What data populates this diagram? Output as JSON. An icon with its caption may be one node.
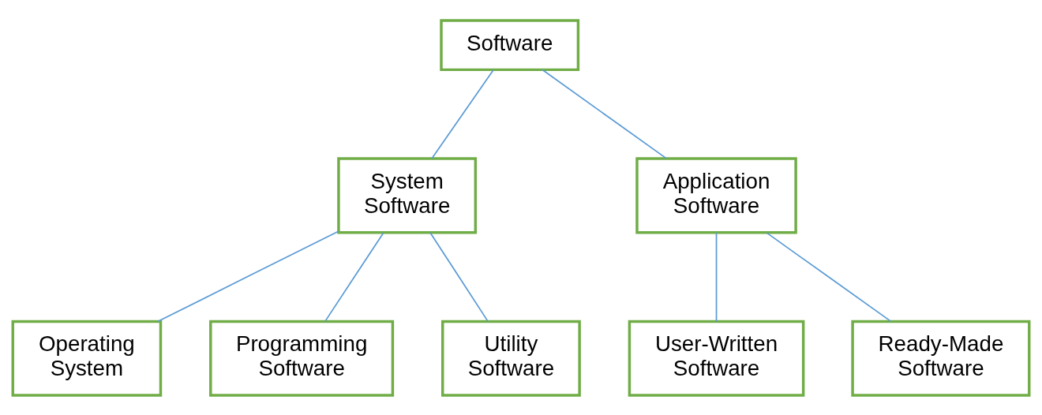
{
  "diagram": {
    "nodes": [
      {
        "text": [
          "Software"
        ]
      },
      {
        "text": [
          "System Software"
        ]
      },
      {
        "text": [
          "Application Software"
        ]
      },
      {
        "text": [
          "Operating System"
        ]
      },
      {
        "text": [
          "Programming Software"
        ]
      },
      {
        "text": [
          "Utility Software"
        ]
      },
      {
        "text": [
          "User-Written Software"
        ]
      },
      {
        "text": [
          "Ready-Made Software"
        ]
      }
    ],
    "edges": [
      {
        "from": 0,
        "to": 1,
        "arrow": "none"
      },
      {
        "from": 0,
        "to": 2,
        "arrow": "none"
      },
      {
        "from": 1,
        "to": 3,
        "arrow": "none"
      },
      {
        "from": 1,
        "to": 4,
        "arrow": "none"
      },
      {
        "from": 1,
        "to": 5,
        "arrow": "none"
      },
      {
        "from": 2,
        "to": 6,
        "arrow": "none"
      },
      {
        "from": 2,
        "to": 7,
        "arrow": "none"
      }
    ]
  }
}
